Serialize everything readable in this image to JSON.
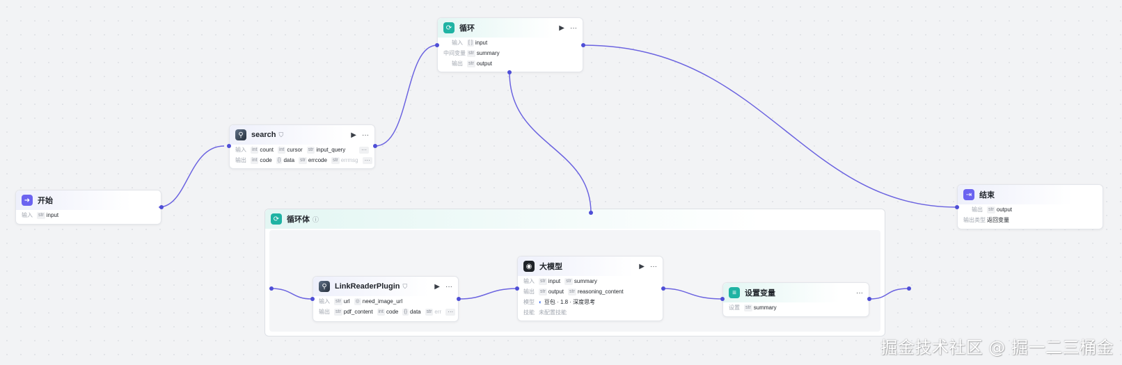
{
  "nodes": {
    "start": {
      "title": "开始",
      "input_label": "输入",
      "input_type": "str",
      "input_name": "input"
    },
    "search": {
      "title": "search",
      "in_label": "输入",
      "inputs": [
        {
          "type": "int",
          "name": "count"
        },
        {
          "type": "int",
          "name": "cursor"
        },
        {
          "type": "str",
          "name": "input_query"
        }
      ],
      "out_label": "输出",
      "outputs": [
        {
          "type": "int",
          "name": "code"
        },
        {
          "type": "{}",
          "name": "data"
        },
        {
          "type": "str",
          "name": "errcode"
        },
        {
          "type": "str",
          "name": "errmsg"
        }
      ],
      "more": "···"
    },
    "loop": {
      "title": "循环",
      "in_label": "输入",
      "in_type": "[ ]",
      "in_name": "input",
      "mid_label": "中间变量",
      "mid_type": "str",
      "mid_name": "summary",
      "out_label": "输出",
      "out_type": "str",
      "out_name": "output"
    },
    "end": {
      "title": "结束",
      "out_label": "输出",
      "out_type": "str",
      "out_name": "output",
      "mode_label": "输出类型",
      "mode_value": "返回变量"
    },
    "loop_body": {
      "title": "循环体"
    },
    "link_reader": {
      "title": "LinkReaderPlugin",
      "in_label": "输入",
      "inputs": [
        {
          "type": "str",
          "name": "url"
        },
        {
          "type": "◎",
          "name": "need_image_url"
        }
      ],
      "out_label": "输出",
      "outputs": [
        {
          "type": "str",
          "name": "pdf_content"
        },
        {
          "type": "int",
          "name": "code"
        },
        {
          "type": "{}",
          "name": "data"
        },
        {
          "type": "str",
          "name": "err"
        }
      ],
      "more": "···"
    },
    "llm": {
      "title": "大模型",
      "in_label": "输入",
      "inputs": [
        {
          "type": "str",
          "name": "input"
        },
        {
          "type": "str",
          "name": "summary"
        }
      ],
      "out_label": "输出",
      "outputs": [
        {
          "type": "str",
          "name": "output"
        },
        {
          "type": "str",
          "name": "reasoning_content"
        }
      ],
      "model_label": "模型",
      "model_value": "豆包 · 1.8 · 深度思考",
      "skill_label": "技能",
      "skill_value": "未配置技能"
    },
    "set_var": {
      "title": "设置变量",
      "set_label": "设置",
      "set_type": "str",
      "set_name": "summary"
    }
  },
  "icons": {
    "run": "▶",
    "menu": "···",
    "badge": "⛉",
    "info": "ⓘ",
    "start": "start-icon",
    "end": "end-icon",
    "loop": "loop-icon",
    "llm": "llm-icon",
    "variable": "variable-icon"
  },
  "colors": {
    "wire": "#6b63e0",
    "port": "#4e4ed6",
    "teal": "#1fb3a3",
    "purple": "#6b63f0"
  },
  "watermark": "掘金技术社区 @ 掘一二三桶金"
}
